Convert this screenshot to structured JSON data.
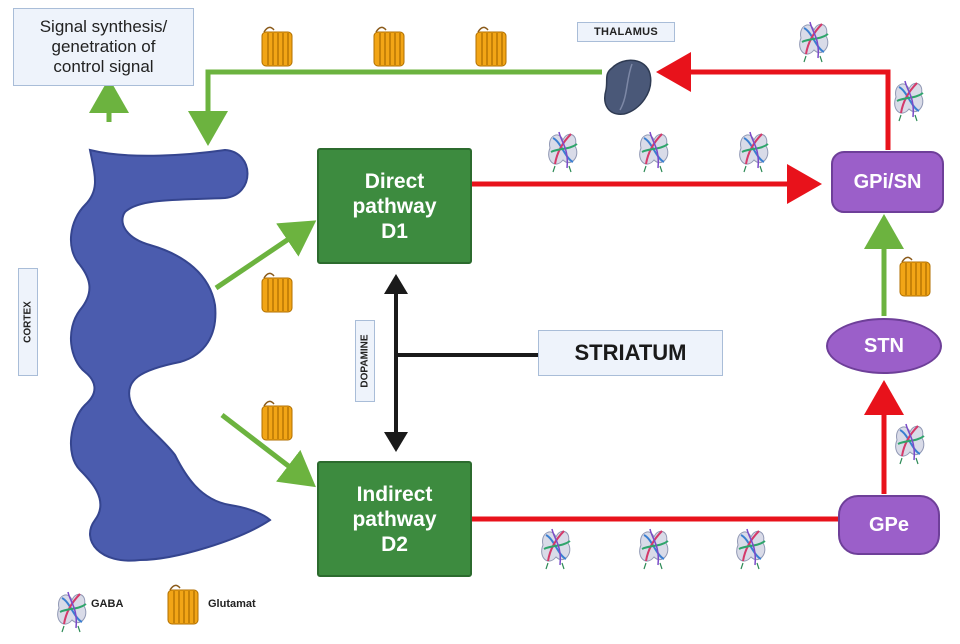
{
  "labels": {
    "signal": "Signal synthesis/\ngenetration of\ncontrol signal",
    "thalamus": "THALAMUS",
    "cortex": "CORTEX",
    "dopamine": "DOPAMINE",
    "striatum": "STRIATUM"
  },
  "pathways": {
    "direct": {
      "line1": "Direct",
      "line2": "pathway",
      "line3": "D1"
    },
    "indirect": {
      "line1": "Indirect",
      "line2": "pathway",
      "line3": "D2"
    }
  },
  "nuclei": {
    "gpi": "GPi/SN",
    "stn": "STN",
    "gpe": "GPe"
  },
  "legend": {
    "gaba": "GABA",
    "glutamat": "Glutamat"
  },
  "colors": {
    "excitatory_arrow": "#6cb33f",
    "inhibitory_arrow": "#e8121b",
    "dopamine_arrow": "#1a1a1a",
    "pathway_box": "#3d8b3f",
    "nucleus": "#9b5fc9",
    "cortex": "#4b5cae",
    "thalamus": "#4a5878",
    "glutamate_receptor": "#f2a516"
  }
}
